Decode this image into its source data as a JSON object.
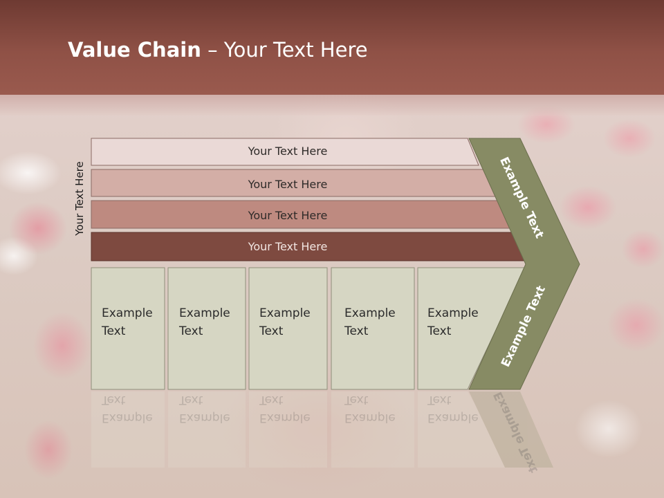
{
  "title": {
    "bold": "Value Chain",
    "rest": " – Your Text Here"
  },
  "vertical_label": "Your Text Here",
  "bars": [
    {
      "label": "Your Text Here"
    },
    {
      "label": "Your Text Here"
    },
    {
      "label": "Your Text Here"
    },
    {
      "label": "Your Text Here"
    }
  ],
  "columns": [
    {
      "line1": "Example",
      "line2": "Text"
    },
    {
      "line1": "Example",
      "line2": "Text"
    },
    {
      "line1": "Example",
      "line2": "Text"
    },
    {
      "line1": "Example",
      "line2": "Text"
    },
    {
      "line1": "Example",
      "line2": "Text"
    }
  ],
  "chevron": {
    "upper": "Example Text",
    "lower": "Example Text"
  },
  "colors": {
    "bar1": "#ead9d6",
    "bar2": "#d3aea6",
    "bar3": "#be8a80",
    "bar4": "#7e4a40",
    "column": "#d6d6c3",
    "chevron": "#878b64",
    "header": "#8f5146"
  }
}
